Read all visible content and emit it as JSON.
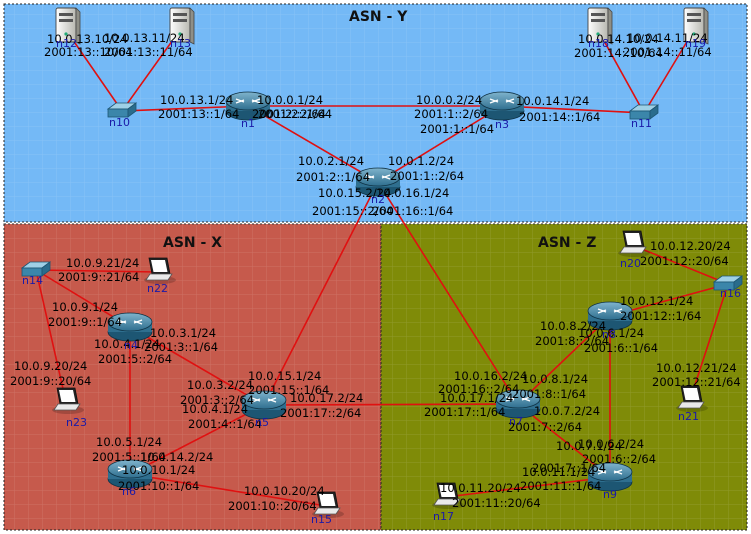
{
  "areas": {
    "y": {
      "title": "ASN - Y",
      "color": "#74b9f6"
    },
    "x": {
      "title": "ASN - X",
      "color": "#c65a4c"
    },
    "z": {
      "title": "ASN - Z",
      "color": "#7f8b08"
    }
  },
  "link_color": "#e01010",
  "nodes": {
    "n1": {
      "label": "n1",
      "kind": "router"
    },
    "n2": {
      "label": "n2",
      "kind": "router"
    },
    "n3": {
      "label": "n3",
      "kind": "router"
    },
    "n4": {
      "label": "n4",
      "kind": "router"
    },
    "n5": {
      "label": "n5",
      "kind": "router"
    },
    "n6": {
      "label": "n6",
      "kind": "router"
    },
    "n7": {
      "label": "n7",
      "kind": "router"
    },
    "n8": {
      "label": "n8",
      "kind": "router"
    },
    "n9": {
      "label": "n9",
      "kind": "router"
    },
    "n10": {
      "label": "n10",
      "kind": "switch"
    },
    "n11": {
      "label": "n11",
      "kind": "switch"
    },
    "n12": {
      "label": "n12",
      "kind": "server"
    },
    "n13": {
      "label": "n13",
      "kind": "server"
    },
    "n14": {
      "label": "n14",
      "kind": "switch"
    },
    "n15": {
      "label": "n15",
      "kind": "laptop"
    },
    "n16": {
      "label": "n16",
      "kind": "switch"
    },
    "n17": {
      "label": "n17",
      "kind": "laptop"
    },
    "n18": {
      "label": "n18",
      "kind": "server"
    },
    "n19": {
      "label": "n19",
      "kind": "server"
    },
    "n20": {
      "label": "n20",
      "kind": "laptop"
    },
    "n21": {
      "label": "n21",
      "kind": "laptop"
    },
    "n22": {
      "label": "n22",
      "kind": "laptop"
    },
    "n23": {
      "label": "n23",
      "kind": "laptop"
    }
  },
  "addresses": [
    "10.0.13.10/24",
    "2001:13::10/64",
    "10.0.13.11/24",
    "2001:13::11/64",
    "10.0.14.10/24",
    "2001:14::10/64",
    "10.0.14.11/24",
    "2001:14::11/64",
    "10.0.13.1/24",
    "2001:13::1/64",
    "10.0.0.1/24",
    "2001:2::1/64",
    "2001:2::2/64",
    "10.0.0.2/24",
    "2001:1::2/64",
    "10.0.14.1/24",
    "2001:14::1/64",
    "2001:1::1/64",
    "10.0.2.1/24",
    "2001:2::1/64",
    "10.0.1.2/24",
    "2001:1::2/64",
    "10.0.15.2/24",
    "2001:15::2/64",
    "10.0.16.1/24",
    "2001:16::1/64",
    "10.0.9.21/24",
    "2001:9::21/64",
    "10.0.9.1/24",
    "2001:9::1/64",
    "10.0.3.1/24",
    "2001:3::1/64",
    "10.0.4.1/24",
    "2001:5::2/64",
    "10.0.9.20/24",
    "2001:9::20/64",
    "10.0.15.1/24",
    "2001:15::1/64",
    "10.0.3.2/24",
    "2001:3::2/64",
    "10.0.4.1/24",
    "2001:4::1/64",
    "10.0.17.2/24",
    "2001:17::2/64",
    "10.0.5.1/24",
    "2001:5::1/64",
    "10.0.14.2/24",
    "10.0.10.1/24",
    "2001:10::1/64",
    "10.0.10.20/24",
    "2001:10::20/64",
    "10.0.12.20/24",
    "2001:12::20/64",
    "10.0.12.1/24",
    "2001:12::1/64",
    "10.0.8.2/24",
    "2001:8::2/64",
    "10.0.6.1/24",
    "2001:6::1/64",
    "10.0.12.21/24",
    "2001:12::21/64",
    "10.0.16.2/24",
    "2001:16::2/64",
    "10.0.17.1/24",
    "2001:17::1/64",
    "10.0.8.1/24",
    "2001:8::1/64",
    "10.0.7.2/24",
    "2001:7::2/64",
    "10.0.7.1/24",
    "2001:7::1/64",
    "10.0.6.2/24",
    "2001:6::2/64",
    "10.0.11.1/24",
    "2001:11::1/64",
    "10.0.11.20/24",
    "2001:11::20/64"
  ]
}
